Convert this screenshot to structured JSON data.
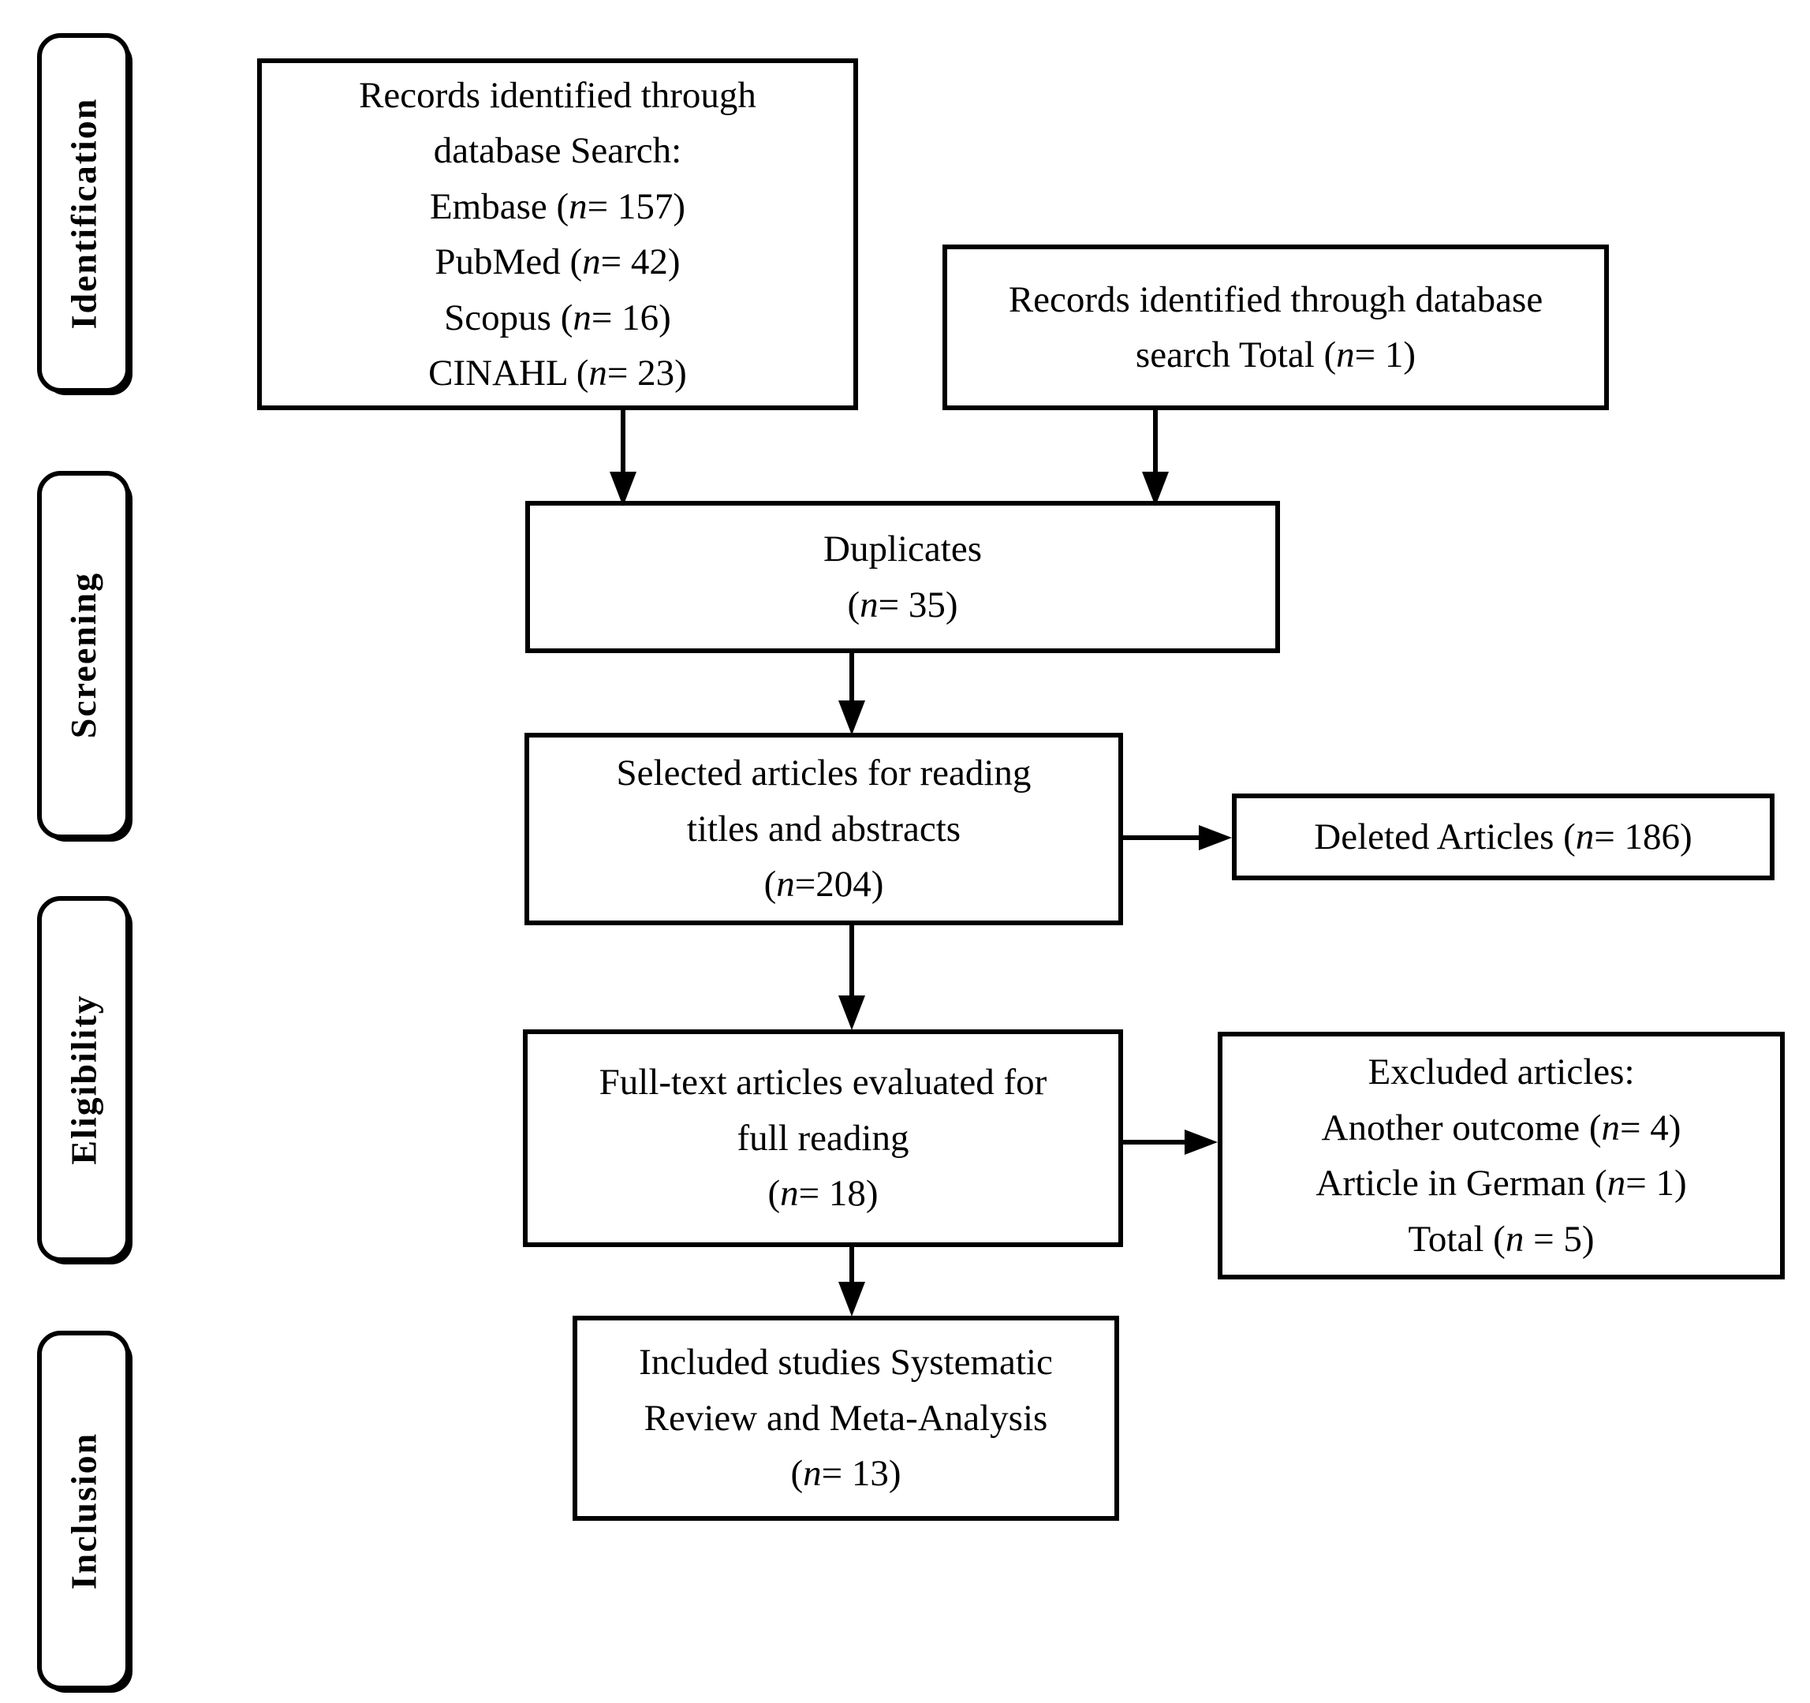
{
  "sidebar": {
    "phases": [
      {
        "label": "Identification"
      },
      {
        "label": "Screening"
      },
      {
        "label": "Eligibility"
      },
      {
        "label": "Inclusion"
      }
    ]
  },
  "boxes": {
    "records_databases": {
      "lines": [
        "Records identified through",
        "database Search:",
        "Embase (n= 157)",
        "PubMed (n= 42)",
        "Scopus (n= 16)",
        "CINAHL (n= 23)"
      ]
    },
    "records_total": {
      "lines": [
        "Records identified through database",
        "search Total (n= 1)"
      ]
    },
    "duplicates": {
      "lines": [
        "Duplicates",
        "(n= 35)"
      ]
    },
    "selected_articles": {
      "lines": [
        "Selected articles for reading",
        "titles and abstracts",
        "(n=204)"
      ]
    },
    "deleted_articles": {
      "lines": [
        "Deleted Articles (n= 186)"
      ]
    },
    "fulltext_articles": {
      "lines": [
        "Full-text articles evaluated for",
        "full reading",
        "(n= 18)"
      ]
    },
    "excluded_articles": {
      "lines": [
        "Excluded articles:",
        "Another outcome (n= 4)",
        "Article in German (n= 1)",
        "Total (n = 5)"
      ]
    },
    "included_studies": {
      "lines": [
        "Included studies Systematic",
        "Review and Meta-Analysis",
        "(n= 13)"
      ]
    }
  },
  "colors": {
    "ink": "#000000",
    "background": "#ffffff"
  }
}
